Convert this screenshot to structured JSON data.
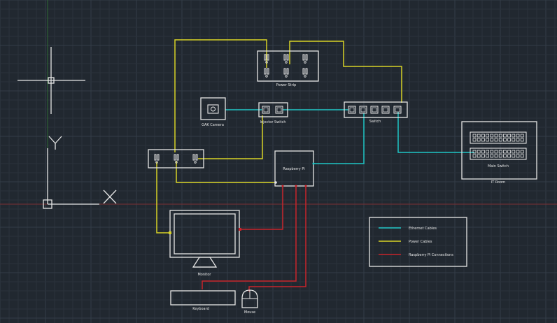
{
  "labels": {
    "power_strip": "Power Strip",
    "gak_camera": "GAK Camera",
    "injector_switch": "Injector Switch",
    "switch": "Switch",
    "main_switch": "Main Switch",
    "it_room": "IT Room",
    "raspberry_pi": "Raspberry Pi",
    "monitor": "Monitor",
    "keyboard": "Keyboard",
    "mouse": "Mouse",
    "axis_y": "Y",
    "axis_x": "X"
  },
  "legend": {
    "items": [
      {
        "label": "Ethernet Cables",
        "color": "#1fc6c6"
      },
      {
        "label": "Power Cables",
        "color": "#d8d327"
      },
      {
        "label": "Raspberry Pi Connections",
        "color": "#c8242b"
      }
    ]
  },
  "colors": {
    "background": "#212830",
    "grid_minor": "#2a323b",
    "grid_major": "#343d47",
    "axis_red": "#7a2f33",
    "axis_green": "#2f6a33",
    "outline": "#e6e6e6",
    "ethernet": "#1fc6c6",
    "power": "#d8d327",
    "pi": "#c8242b"
  }
}
